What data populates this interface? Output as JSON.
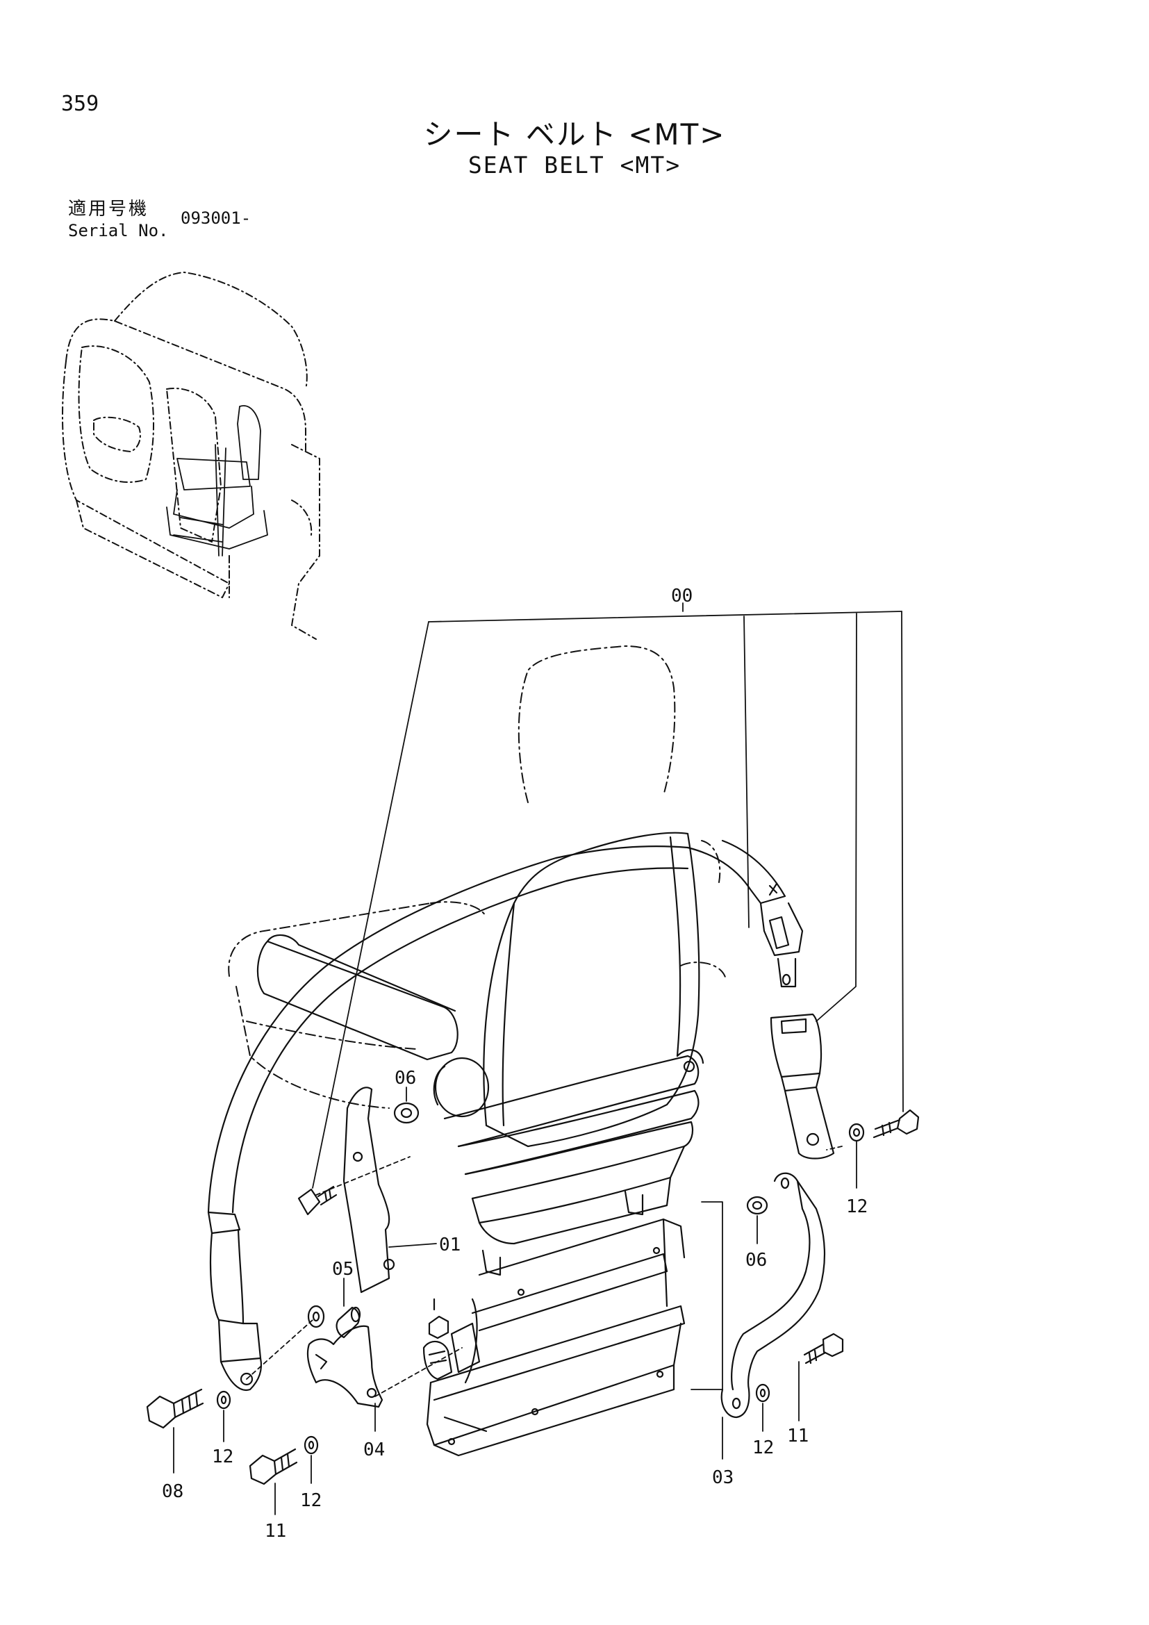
{
  "page_number": "359",
  "title_jp": "シート ベルト <MT>",
  "title_en": "SEAT BELT <MT>",
  "serial": {
    "label_jp": "適用号機",
    "label_en": "Serial No.",
    "value": "093001-"
  },
  "callouts": {
    "p00": "00",
    "p01": "01",
    "p03": "03",
    "p04": "04",
    "p05": "05",
    "p06a": "06",
    "p06b": "06",
    "p08": "08",
    "p11a": "11",
    "p11b": "11",
    "p12a": "12",
    "p12b": "12",
    "p12c": "12",
    "p12d": "12"
  }
}
